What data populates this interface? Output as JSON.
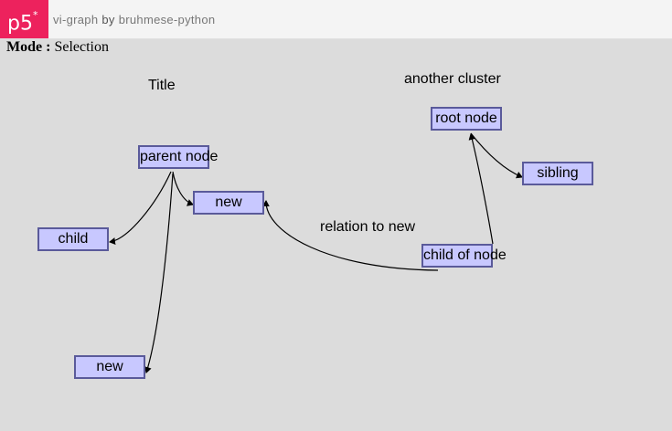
{
  "header": {
    "logo_text": "p5",
    "logo_mark": "*",
    "sketch_name": "vi-graph",
    "by_label": "by",
    "author": "bruhmese-python",
    "brand_color": "#ed225d"
  },
  "mode": {
    "label": "Mode :",
    "value": "Selection"
  },
  "graph": {
    "cluster_labels": [
      "Title",
      "another cluster"
    ],
    "edge_label": "relation to new",
    "nodes": {
      "parent": "parent node",
      "new_top": "new",
      "child": "child",
      "new_bottom": "new",
      "root": "root node",
      "sibling": "sibling",
      "child_of_node": "child of node"
    },
    "node_fill": "#c8c8ff",
    "node_border": "#5a5a9a"
  }
}
